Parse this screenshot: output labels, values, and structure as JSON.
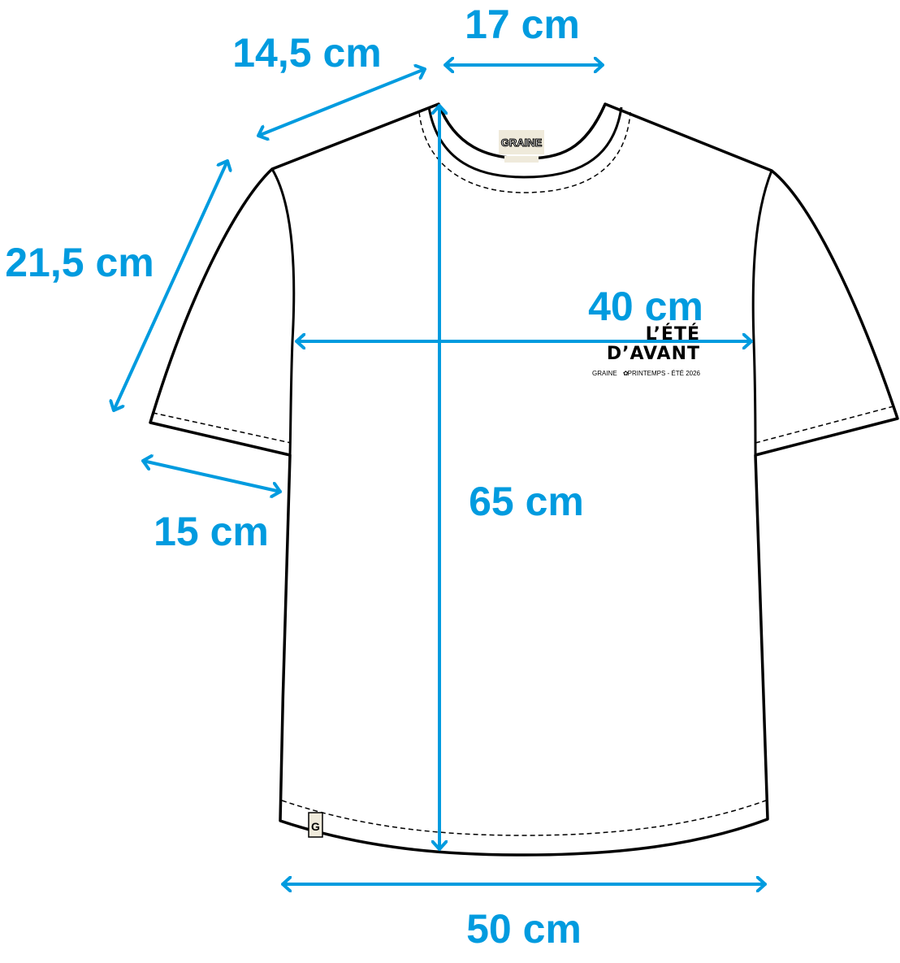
{
  "measurements": {
    "collar_width": "17 cm",
    "shoulder": "14,5 cm",
    "sleeve_length": "21,5 cm",
    "chest_width": "40 cm",
    "body_length": "65 cm",
    "sleeve_opening": "15 cm",
    "hem_width": "50 cm"
  },
  "print": {
    "line1": "L’ÉTÉ",
    "line2": "D’AVANT",
    "tagline_left": "GRAINE",
    "tagline_right": "PRINTEMPS - ÉTÉ 2026"
  },
  "neck_label": {
    "brand": "GRAINE"
  },
  "hem_tag": {
    "letter": "G"
  },
  "colors": {
    "dimension": "#009bdf",
    "outline": "#000000",
    "label_bg": "#efeadb"
  }
}
